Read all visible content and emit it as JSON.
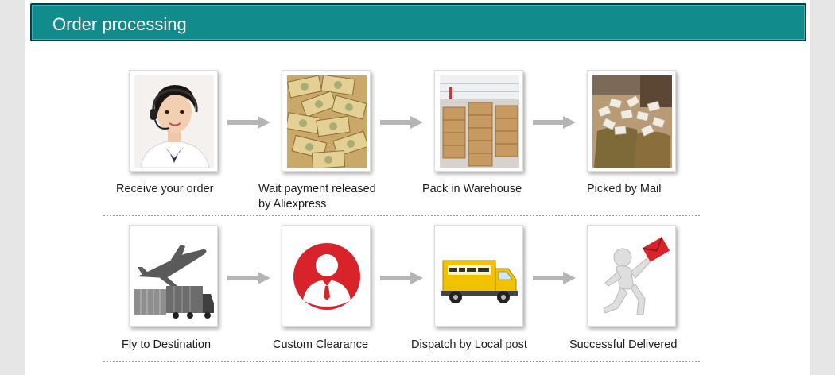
{
  "header": {
    "title": "Order processing"
  },
  "steps": [
    {
      "label_1": "Receive your order",
      "label_2": "",
      "icon": "customer-service-icon"
    },
    {
      "label_1": "Wait payment released",
      "label_2": "by Aliexpress",
      "icon": "money-icon"
    },
    {
      "label_1": "Pack in Warehouse",
      "label_2": "",
      "icon": "warehouse-boxes-icon"
    },
    {
      "label_1": "Picked by Mail",
      "label_2": "",
      "icon": "mail-sacks-icon"
    },
    {
      "label_1": "Fly to Destination",
      "label_2": "",
      "icon": "airplane-icon"
    },
    {
      "label_1": "Custom Clearance",
      "label_2": "",
      "icon": "customs-officer-icon"
    },
    {
      "label_1": "Dispatch by Local post",
      "label_2": "",
      "icon": "delivery-truck-icon"
    },
    {
      "label_1": "Successful Delivered",
      "label_2": "",
      "icon": "courier-running-icon"
    }
  ],
  "colors": {
    "header_bg": "#128b8c",
    "header_border": "#0b3f44",
    "customs_red": "#d8232a",
    "truck_yellow": "#f2c200",
    "arrow_gray": "#b5b5b5"
  }
}
